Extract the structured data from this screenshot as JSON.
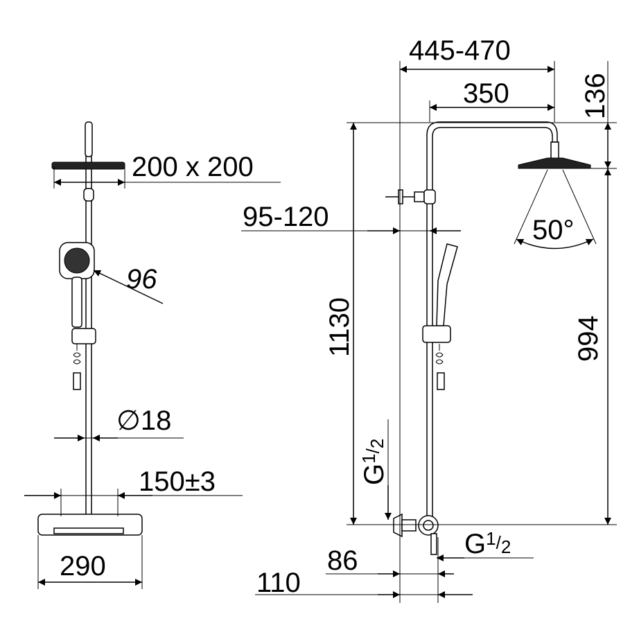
{
  "title": "Shower system dimension drawing",
  "front_view": {
    "head_size": "200 x 200",
    "handshower_diameter": "96",
    "pipe_diameter_symbol": "∅",
    "pipe_diameter": "18",
    "inlet_spacing": "150±3",
    "mixer_width": "290"
  },
  "side_view": {
    "arm_reach": "445-470",
    "arm_length": "350",
    "head_height": "136",
    "wall_bracket_offset": "95-120",
    "total_height": "1130",
    "head_clearance": "994",
    "spray_angle": "50°",
    "inlet_thread_main": "G",
    "inlet_thread_fraction_num": "1",
    "inlet_thread_fraction_den": "2",
    "outlet_thread_main": "G",
    "outlet_thread_fraction_num": "1",
    "outlet_thread_fraction_den": "2",
    "mixer_depth": "86",
    "mixer_total_depth": "110"
  }
}
